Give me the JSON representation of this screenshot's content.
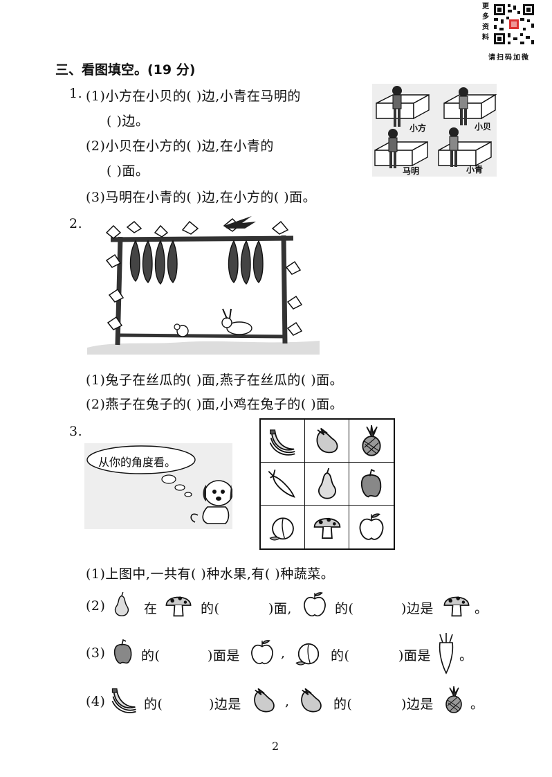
{
  "qr": {
    "side": [
      "更",
      "多",
      "资",
      "料"
    ],
    "caption": "请扫码加微"
  },
  "section_title": "三、看图填空。(19 分)",
  "q1": {
    "num": "1.",
    "p1a": "(1)小方在小贝的(        )边,小青在马明的",
    "p1b": "(      )边。",
    "p2a": "(2)小贝在小方的(        )边,在小青的",
    "p2b": "(      )面。",
    "p3": "(3)马明在小青的(       )边,在小方的(       )面。",
    "labels": {
      "xiaofang": "小方",
      "xiaobei": "小贝",
      "maming": "马明",
      "xiaoqing": "小青"
    }
  },
  "q2": {
    "num": "2.",
    "p1": "(1)兔子在丝瓜的(       )面,燕子在丝瓜的(       )面。",
    "p2": "(2)燕子在兔子的(       )面,小鸡在兔子的(       )面。"
  },
  "q3": {
    "num": "3.",
    "bubble": "从你的角度看。",
    "grid": [
      [
        "banana",
        "eggplant",
        "pineapple"
      ],
      [
        "carrot",
        "pear",
        "pepper"
      ],
      [
        "peach",
        "mushroom",
        "apple"
      ]
    ],
    "p1": "(1)上图中,一共有(         )种水果,有(         )种蔬菜。",
    "p2": {
      "num": "(2)",
      "w1": "在",
      "w2": "的(",
      "w3": ")面,",
      "w4": "的(",
      "w5": ")边是",
      "end": "。"
    },
    "p3": {
      "num": "(3)",
      "w1": "的(",
      "w2": ")面是",
      "w3": ",",
      "w4": "的(",
      "w5": ")面是",
      "end": "。"
    },
    "p4": {
      "num": "(4)",
      "w1": "的(",
      "w2": ")边是",
      "w3": ",",
      "w4": "的(",
      "w5": ")边是",
      "end": "。"
    }
  },
  "page_number": "2"
}
